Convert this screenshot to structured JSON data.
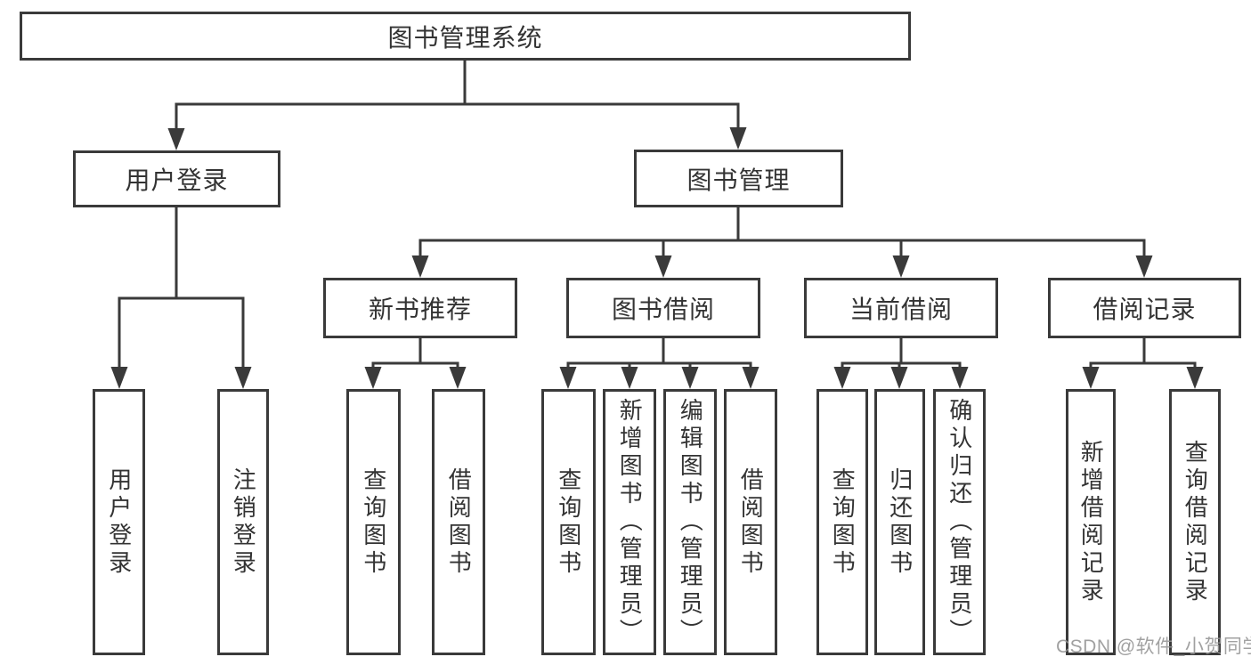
{
  "diagram": {
    "root": {
      "label": "图书管理系统"
    },
    "level2": {
      "user_login": "用户登录",
      "book_mgmt": "图书管理"
    },
    "level3": {
      "new_book_rec": "新书推荐",
      "book_borrow": "图书借阅",
      "current_borrow": "当前借阅",
      "borrow_record": "借阅记录"
    },
    "leaves": {
      "user_login": [
        "用户登录",
        "注销登录"
      ],
      "new_book_rec": [
        "查询图书",
        "借阅图书"
      ],
      "book_borrow": [
        "查询图书",
        "新增图书（管理员）",
        "编辑图书（管理员）",
        "借阅图书"
      ],
      "current_borrow": [
        "查询图书",
        "归还图书",
        "确认归还（管理员）"
      ],
      "borrow_record": [
        "新增借阅记录",
        "查询借阅记录"
      ]
    },
    "colors": {
      "line": "#3a3a3a",
      "text": "#333333",
      "background": "#ffffff",
      "watermark": "#949494"
    }
  },
  "watermark": {
    "text": "CSDN @软件_小贺同学"
  }
}
